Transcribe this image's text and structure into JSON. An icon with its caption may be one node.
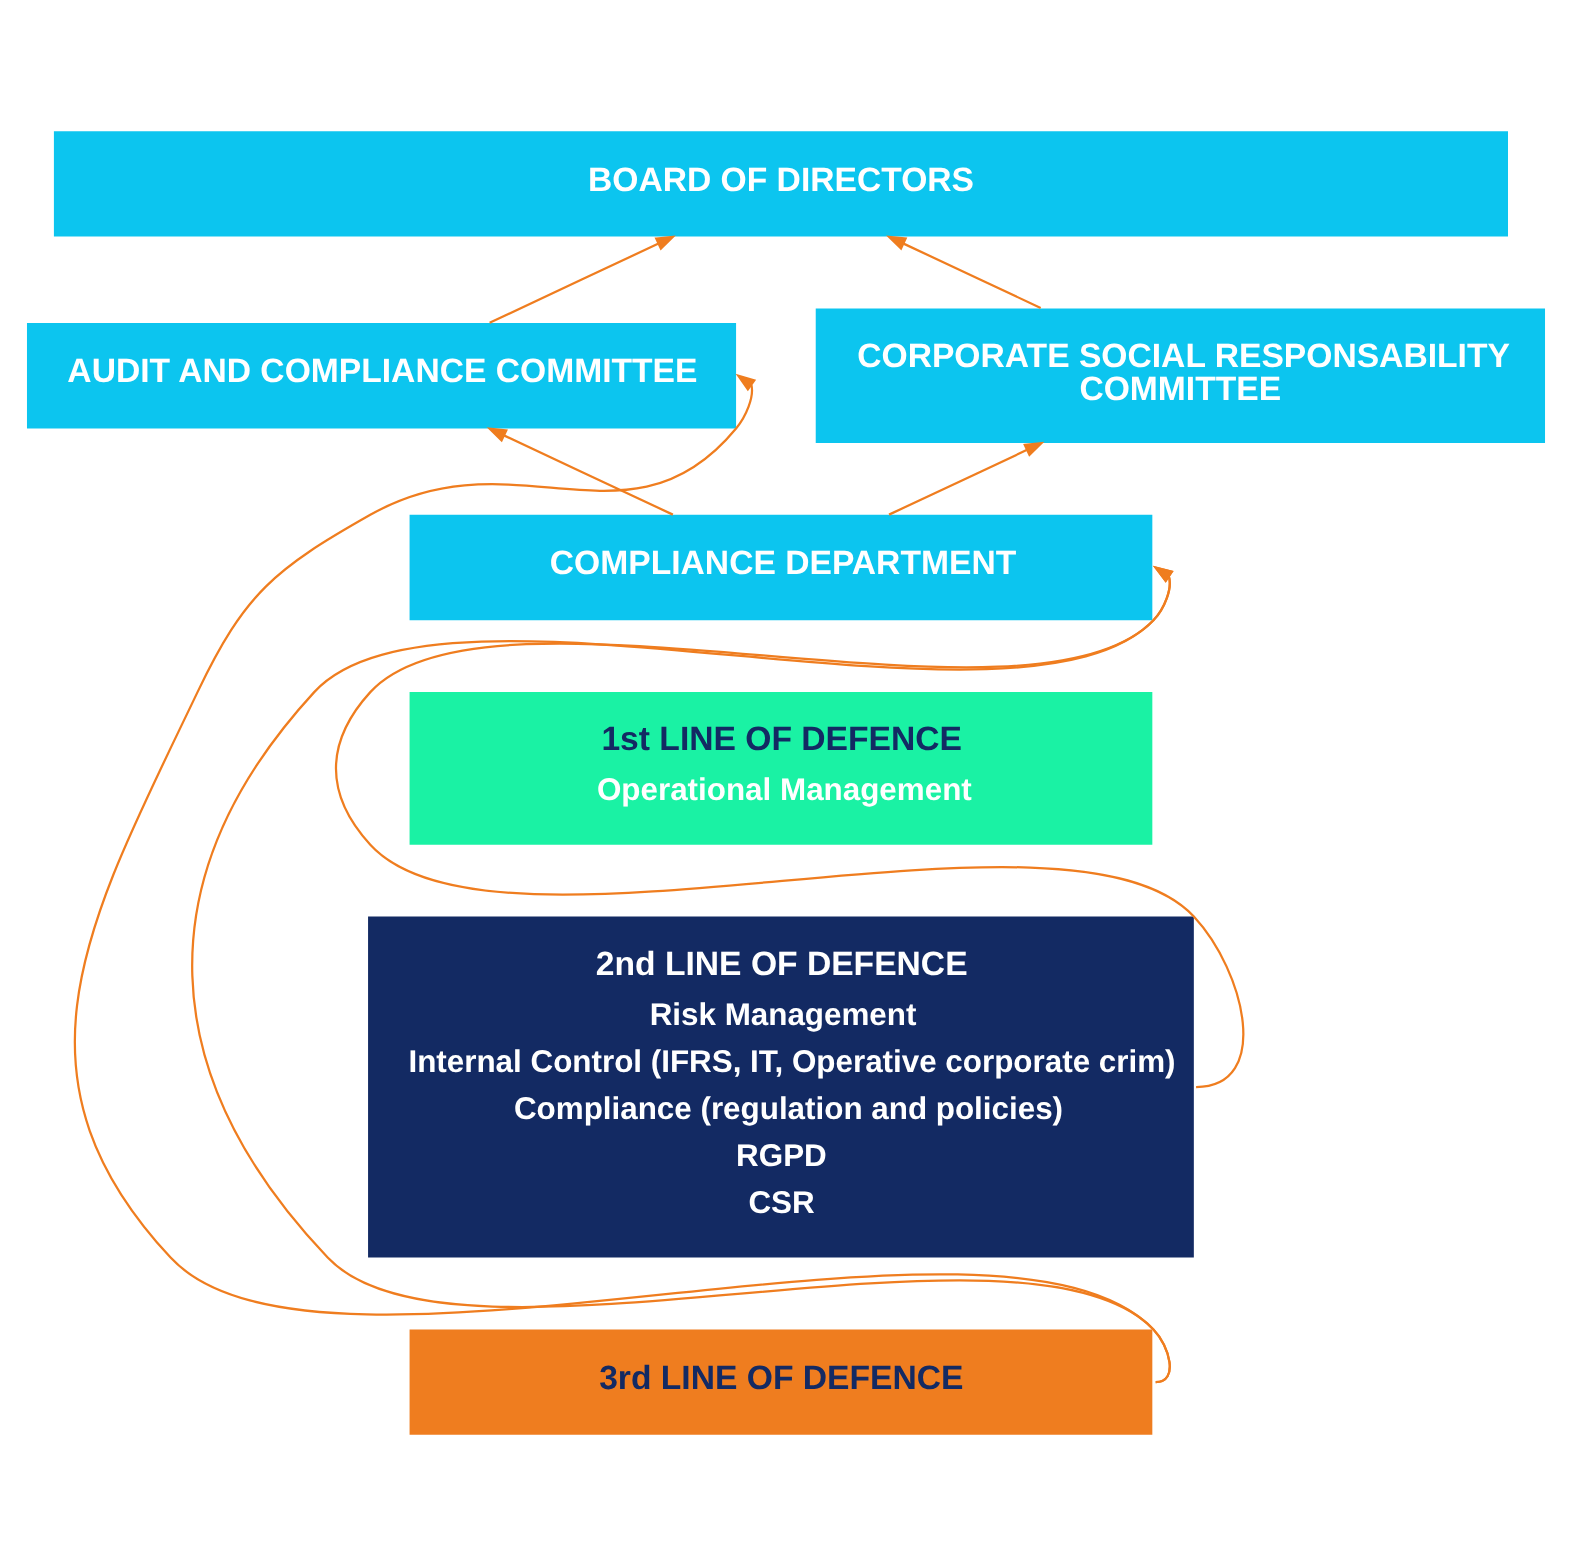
{
  "diagram": {
    "nodes": [
      {
        "text": [
          "BOARD OF DIRECTORS"
        ]
      },
      {
        "text": [
          "CORPORATE SOCIAL RESPONSABILITY COMMITTEE"
        ]
      },
      {
        "text": [
          "AUDIT AND COMPLIANCE COMMITTEE"
        ]
      },
      {
        "text": [
          "COMPLIANCE DEPARTMENT"
        ]
      },
      {
        "text": [
          "1st LINE OF DEFENCE",
          "Operational Management"
        ]
      },
      {
        "text": [
          "2nd LINE OF DEFENCE",
          "Risk Management",
          "Internal Control (IFRS, IT, Operative corporate crim)",
          "Compliance (regulation and policies)",
          "RGPD",
          "CSR"
        ]
      },
      {
        "text": [
          "3rd LINE OF DEFENCE"
        ]
      }
    ],
    "edges": [
      {
        "from": 1,
        "to": 0,
        "arrow": "to"
      },
      {
        "from": 2,
        "to": 0,
        "arrow": "to"
      },
      {
        "from": 3,
        "to": 1,
        "arrow": "to"
      },
      {
        "from": 3,
        "to": 2,
        "arrow": "to"
      },
      {
        "from": 5,
        "to": 3,
        "arrow": "to"
      },
      {
        "from": 6,
        "to": 3,
        "arrow": "to"
      },
      {
        "from": 6,
        "to": 2,
        "arrow": "to"
      }
    ]
  }
}
